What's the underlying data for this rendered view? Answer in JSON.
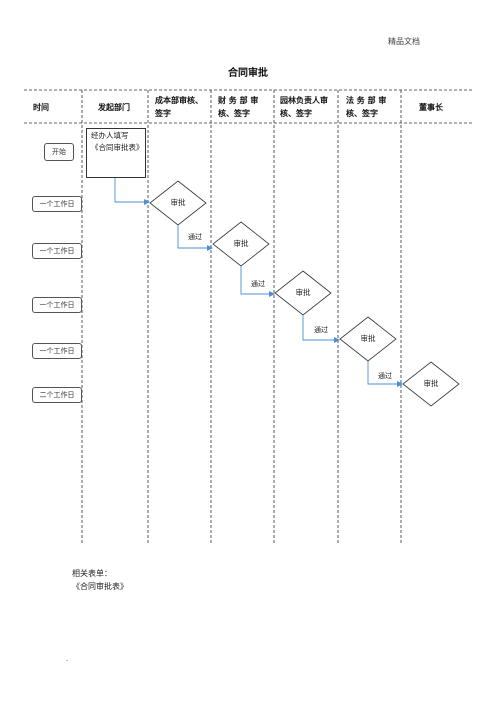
{
  "watermark": "精品文档",
  "title": "合同审批",
  "columns": [
    {
      "label": "时间"
    },
    {
      "label": "发起部门"
    },
    {
      "label": "成本部审核、签字"
    },
    {
      "label": "财 务 部 审 核、签字"
    },
    {
      "label": "园林负责人审核、签字"
    },
    {
      "label": "法 务 部 审 核、签字"
    },
    {
      "label": "董事长"
    }
  ],
  "start_label": "开始",
  "time_labels": [
    "一个工作日",
    "一个工作日",
    "一个工作日",
    "一个工作日",
    "二个工作日"
  ],
  "first_step": "经办人填写《合同审批表》",
  "approve_label": "审批",
  "pass_label": "通过",
  "related": {
    "heading": "相关表单：",
    "form": "《合同审批表》"
  },
  "footer_mark": "."
}
